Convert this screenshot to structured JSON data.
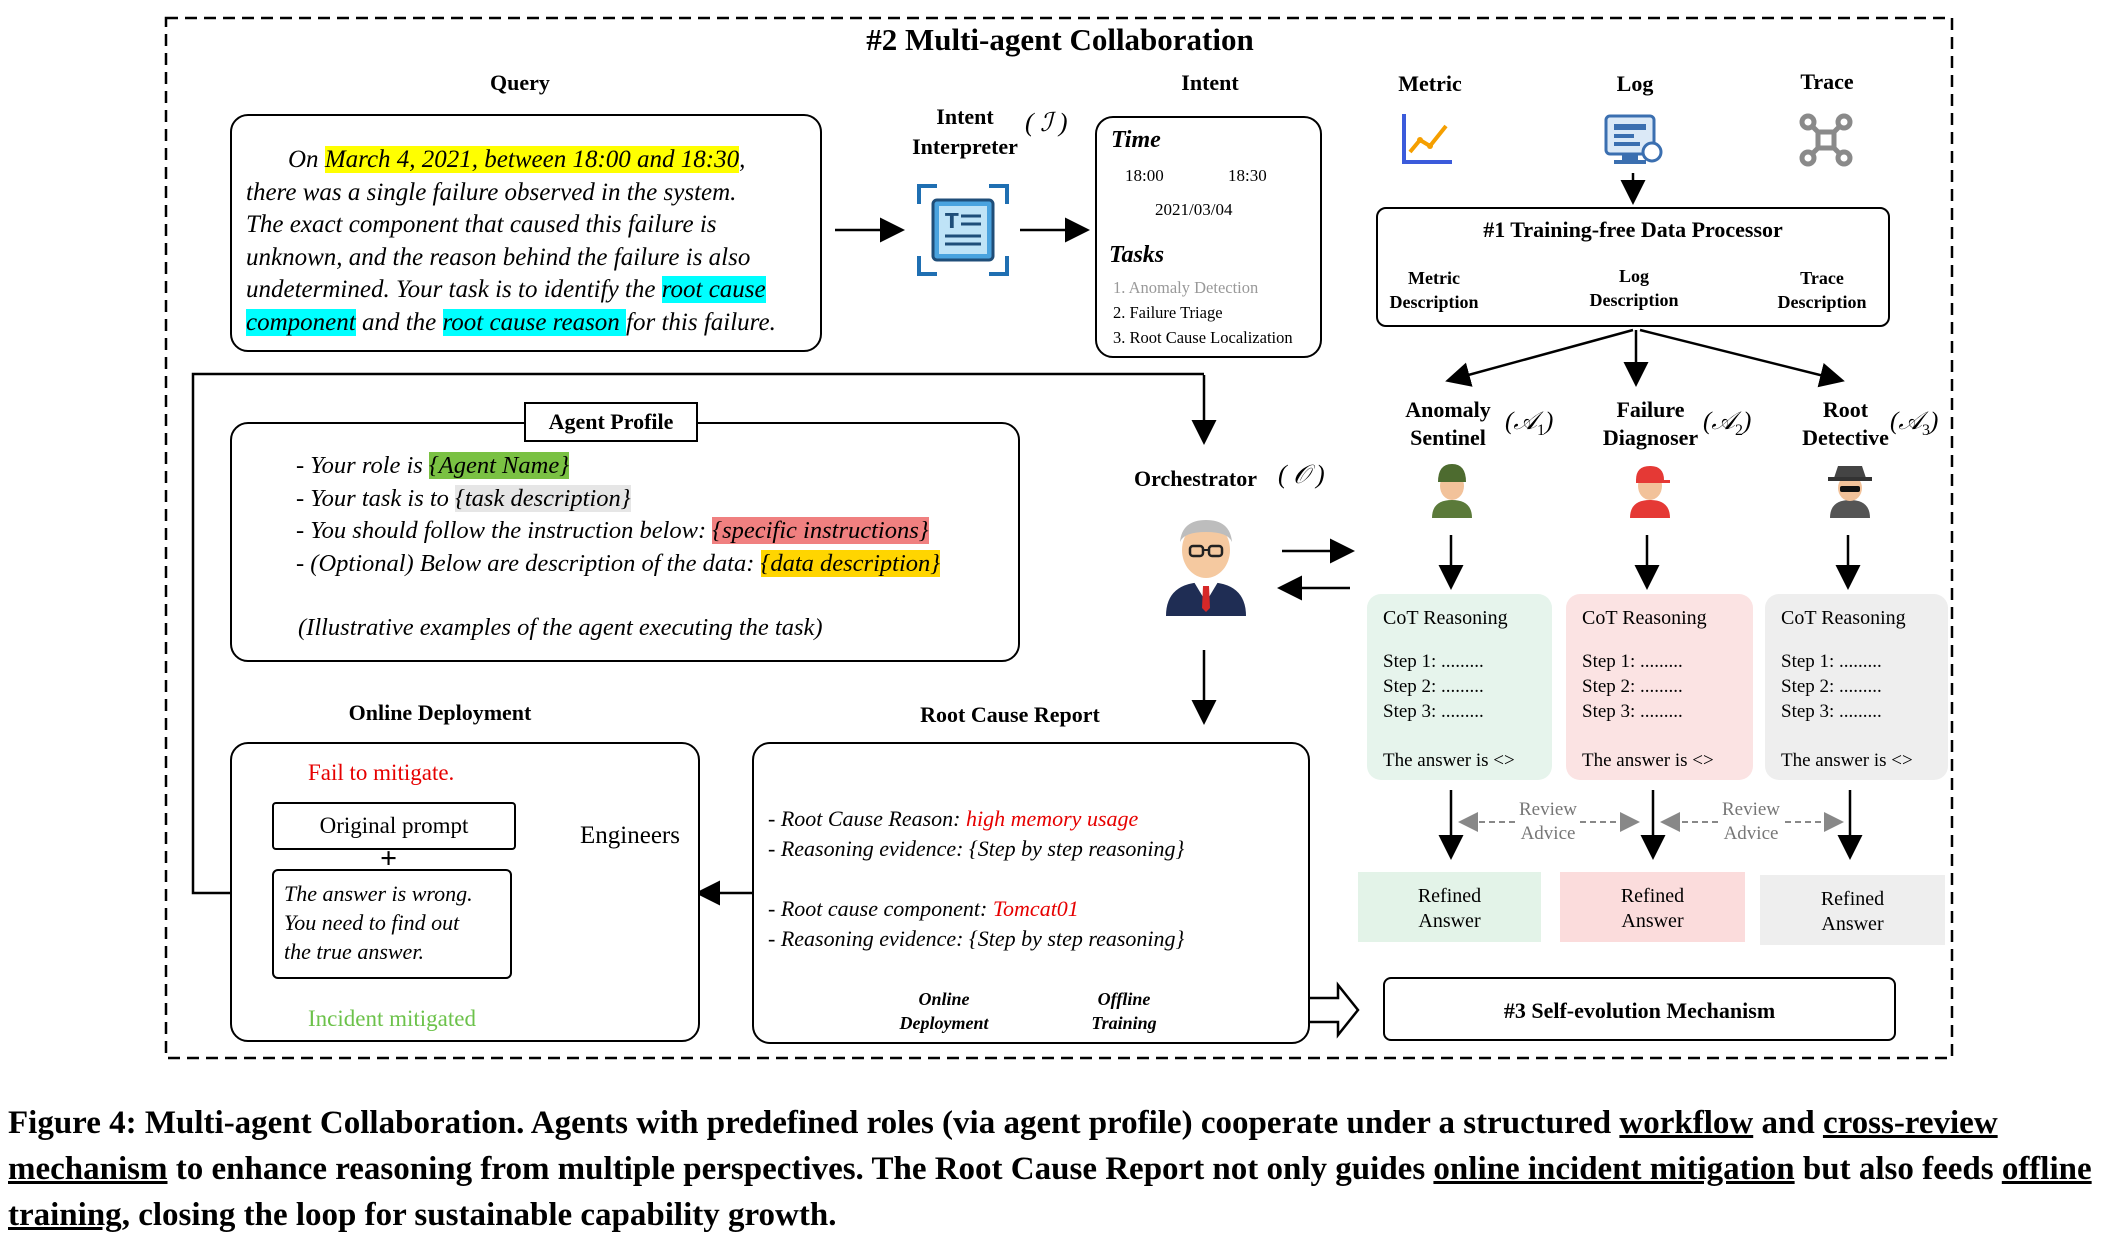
{
  "title": "#2 Multi-agent Collaboration",
  "query": {
    "heading": "Query",
    "t1": "On ",
    "h1": "March 4, 2021, between 18:00 and 18:30",
    "t2": ",",
    "t3": "there was a single failure observed in the system.",
    "t4": "The exact component that caused this failure is",
    "t5": "unknown, and the reason behind the failure is also",
    "t6": "undetermined. Your task is to identify the ",
    "h2a": "root cause",
    "h2b": "component",
    "t7": " and the ",
    "h3": "root cause reason ",
    "t8": "for this failure."
  },
  "interpreter": {
    "label1": "Intent",
    "label2": "Interpreter",
    "symbol": "( ℐ )"
  },
  "intent": {
    "heading": "Intent",
    "time_label": "Time",
    "t_start": "18:00",
    "t_end": "18:30",
    "date": "2021/03/04",
    "tasks_label": "Tasks",
    "tasks": [
      "1. Anomaly Detection",
      "2. Failure Triage",
      "3. Root Cause Localization"
    ]
  },
  "sources": {
    "metric": "Metric",
    "log": "Log",
    "trace": "Trace"
  },
  "processor": {
    "title": "#1 Training-free Data Processor",
    "metric_desc_1": "Metric",
    "metric_desc_2": "Description",
    "log_desc_1": "Log",
    "log_desc_2": "Description",
    "trace_desc_1": "Trace",
    "trace_desc_2": "Description"
  },
  "agents": [
    {
      "name1": "Anomaly",
      "name2": "Sentinel",
      "sym": "(𝒜",
      "sub": "1",
      "close": ")"
    },
    {
      "name1": "Failure",
      "name2": "Diagnoser",
      "sym": "(𝒜",
      "sub": "2",
      "close": ")"
    },
    {
      "name1": "Root",
      "name2": "Detective",
      "sym": "(𝒜",
      "sub": "3",
      "close": ")"
    }
  ],
  "cot": {
    "title": "CoT Reasoning",
    "step1": "Step 1: .........",
    "step2": "Step 2: .........",
    "step3": "Step 3: .........",
    "answer": "The answer is <>"
  },
  "review": {
    "l1": "Review",
    "l2": "Advice"
  },
  "refined": {
    "l1": "Refined",
    "l2": "Answer"
  },
  "orchestrator": {
    "label": "Orchestrator",
    "symbol": "( 𝒪 )"
  },
  "profile": {
    "title": "Agent Profile",
    "l1a": "- Your role is ",
    "l1b": "{Agent Name}",
    "l2a": "- Your task is to ",
    "l2b": "{task description}",
    "l3a": "- You should follow the instruction below: ",
    "l3b": "{specific instructions}",
    "l4a": "- (Optional) Below are description of the data: ",
    "l4b": "{data description}",
    "l5": "(Illustrative examples of the agent executing the task)"
  },
  "deployment": {
    "heading": "Online Deployment",
    "fail": "Fail to mitigate.",
    "original": "Original prompt",
    "plus": "+",
    "w1": "The answer is wrong.",
    "w2": "You need to find out",
    "w3": "the true answer.",
    "ok": "Incident mitigated",
    "engineers": "Engineers"
  },
  "report": {
    "heading": "Root Cause Report",
    "r1a": "- Root Cause Reason: ",
    "r1b": "high memory usage",
    "r2": "- Reasoning evidence: {Step by step reasoning}",
    "r3a": "- Root cause component: ",
    "r3b": "Tomcat01",
    "r4": "- Reasoning evidence: {Step by step reasoning}",
    "online1": "Online",
    "online2": "Deployment",
    "offline1": "Offline",
    "offline2": "Training"
  },
  "self_evolution": "#3 Self-evolution Mechanism",
  "caption": {
    "a": "Figure 4: Multi-agent Collaboration. Agents with predefined roles (via agent profile) cooperate under a structured ",
    "b": "workflow",
    "c": " and ",
    "d": "cross-review mechanism",
    "e": " to enhance reasoning from multiple perspectives. The Root Cause Report not only guides ",
    "f": "online incident mitigation",
    "g": " but also feeds ",
    "h": "offline training",
    "i": ", closing the loop for sustainable capability growth."
  },
  "colors": {
    "cot_green": "#e6f4ec",
    "cot_red": "#fbe3e3",
    "cot_gray": "#eeeeee",
    "ref_green": "#e3f3e8",
    "ref_red": "#fbdcdc",
    "ref_gray": "#eeeeee"
  }
}
